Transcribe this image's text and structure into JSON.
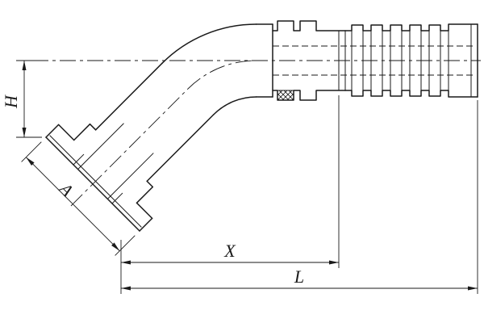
{
  "drawing": {
    "dimensions": {
      "h_label": "H",
      "a_label": "A",
      "x_label": "X",
      "l_label": "L"
    },
    "colors": {
      "line": "#1a1a1a",
      "background": "#ffffff"
    }
  }
}
